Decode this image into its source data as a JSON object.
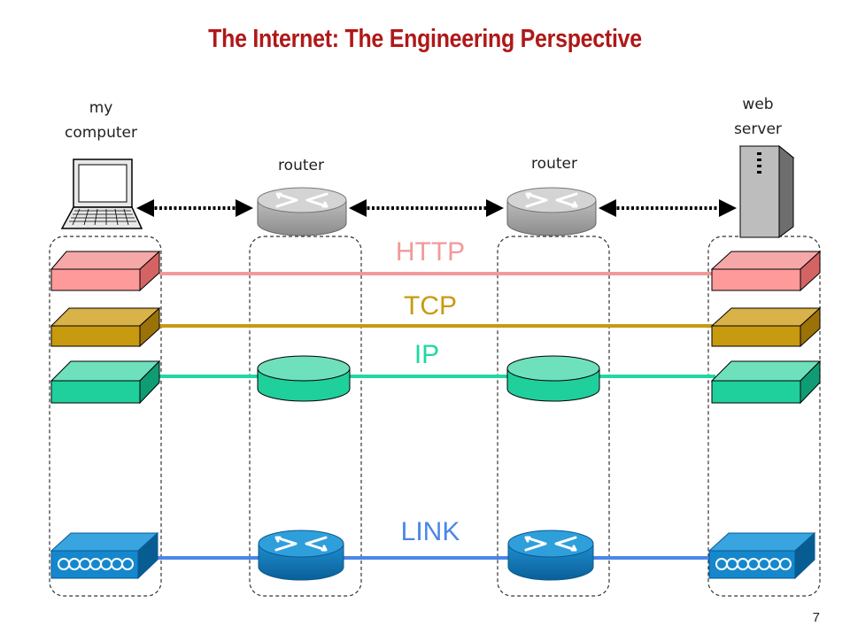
{
  "title": "The Internet: The Engineering Perspective",
  "nodes": {
    "my_computer": {
      "line1": "my",
      "line2": "computer"
    },
    "router_left": {
      "label": "router"
    },
    "router_right": {
      "label": "router"
    },
    "web_server": {
      "line1": "web",
      "line2": "server"
    }
  },
  "layers": [
    {
      "name": "HTTP",
      "color": "#f29a9a"
    },
    {
      "name": "TCP",
      "color": "#c89a10"
    },
    {
      "name": "IP",
      "color": "#20d8a0"
    },
    {
      "name": "LINK",
      "color": "#4a86e8"
    }
  ],
  "page_number": "7"
}
